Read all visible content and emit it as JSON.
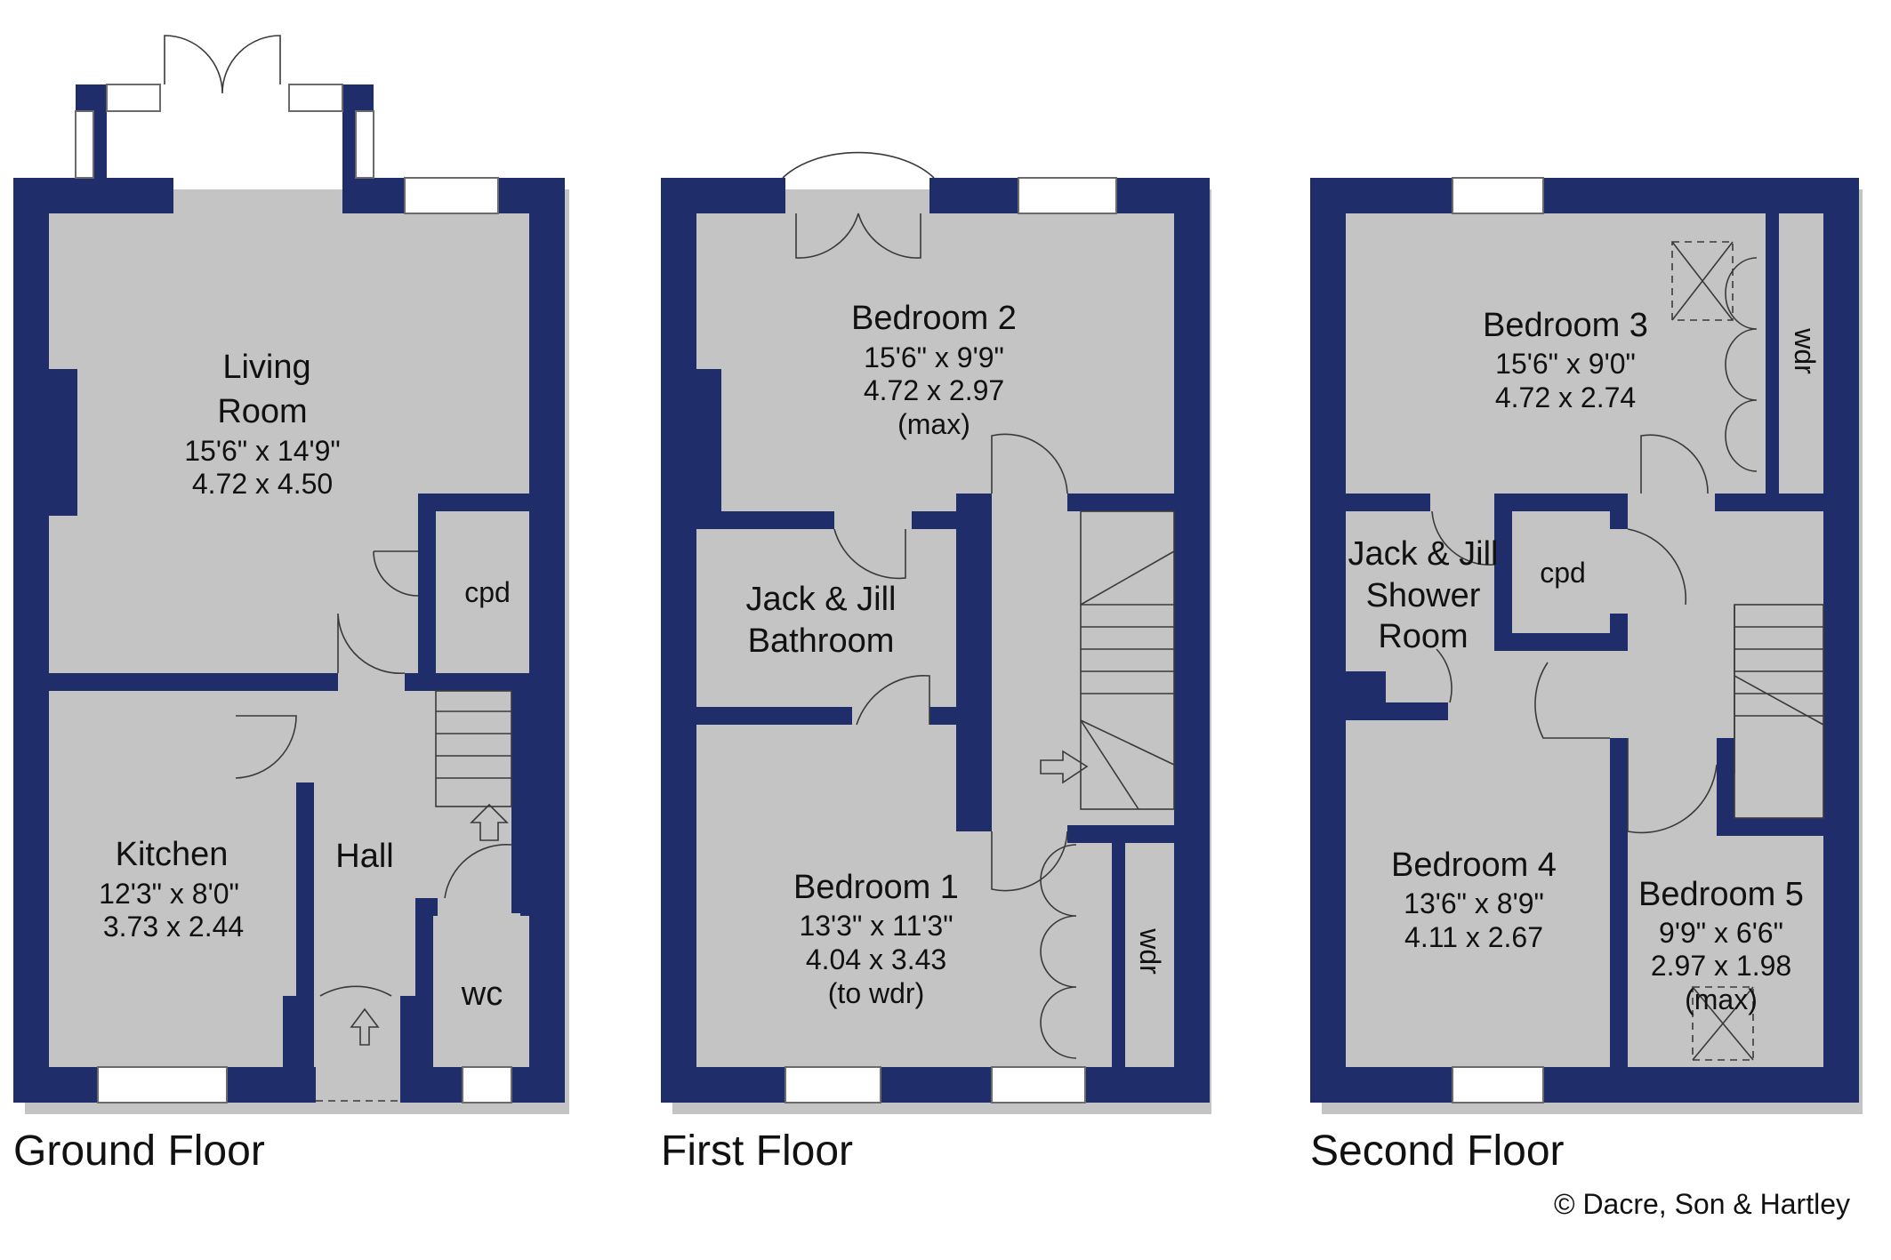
{
  "colors": {
    "wall": "#1f2d6b",
    "shadow": "#c4c4c4"
  },
  "floors": [
    {
      "name": "Ground Floor",
      "rooms": [
        {
          "name_lines": [
            "Living",
            "Room"
          ],
          "imperial": "15'6\"  x  14'9\"",
          "metric": "4.72  x  4.50"
        },
        {
          "name_lines": [
            "Kitchen"
          ],
          "imperial": "12'3\"  x   8'0\"",
          "metric": "3.73  x  2.44"
        },
        {
          "name_lines": [
            "Hall"
          ]
        },
        {
          "name_lines": [
            "cpd"
          ]
        },
        {
          "name_lines": [
            "wc"
          ]
        }
      ]
    },
    {
      "name": "First Floor",
      "rooms": [
        {
          "name_lines": [
            "Bedroom 2"
          ],
          "imperial": "15'6\"  x   9'9\"",
          "metric": "4.72  x  2.97",
          "note": "(max)"
        },
        {
          "name_lines": [
            "Jack & Jill",
            "Bathroom"
          ]
        },
        {
          "name_lines": [
            "Bedroom 1"
          ],
          "imperial": "13'3\"  x  11'3\"",
          "metric": "4.04  x  3.43",
          "note": "(to wdr)"
        },
        {
          "name_lines": [
            "wdr"
          ]
        }
      ]
    },
    {
      "name": "Second Floor",
      "rooms": [
        {
          "name_lines": [
            "Bedroom 3"
          ],
          "imperial": "15'6\"  x   9'0\"",
          "metric": "4.72  x  2.74"
        },
        {
          "name_lines": [
            "wdr"
          ]
        },
        {
          "name_lines": [
            "Jack & Jill",
            "Shower",
            "Room"
          ]
        },
        {
          "name_lines": [
            "cpd"
          ]
        },
        {
          "name_lines": [
            "Bedroom 4"
          ],
          "imperial": "13'6\"  x   8'9\"",
          "metric": "4.11  x  2.67"
        },
        {
          "name_lines": [
            "Bedroom 5"
          ],
          "imperial": "9'9\"  x   6'6\"",
          "metric": "2.97  x  1.98",
          "note": "(max)"
        }
      ]
    }
  ],
  "copyright": "© Dacre, Son & Hartley"
}
